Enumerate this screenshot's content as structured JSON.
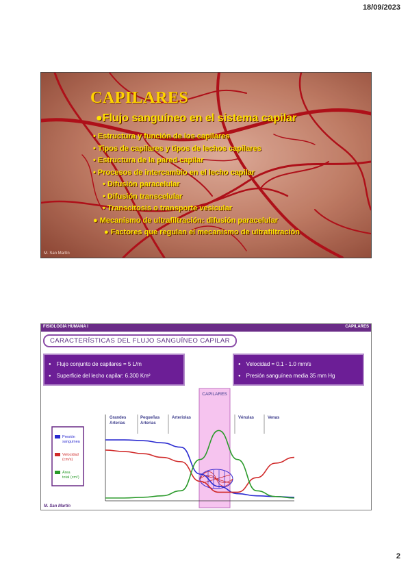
{
  "header": {
    "date": "18/09/2023"
  },
  "footer": {
    "page_number": "2"
  },
  "slide1": {
    "title": "CAPILARES",
    "subtitle": "●Flujo sanguíneo en el sistema capilar",
    "items": [
      {
        "text": "•  Estructura y función de los capilares",
        "level": 1
      },
      {
        "text": "•  Tipos de capilares y tipos de lechos capilares",
        "level": 1
      },
      {
        "text": "•  Estructura de la pared capilar",
        "level": 1
      },
      {
        "text": "•  Procesos de intercambio en el lecho capilar",
        "level": 1
      },
      {
        "text": "•  Difusión paracelular",
        "level": 2
      },
      {
        "text": "•  Difusión transcelular",
        "level": 2
      },
      {
        "text": "•  Transcitosis o transporte vesicular",
        "level": 2
      },
      {
        "text": "● Mecanismo de ultrafiltración: difusión paracelular",
        "level": 3
      },
      {
        "text": "● Factores que regulan el mecanismo de ultrafiltración",
        "level": 4
      }
    ],
    "author": "M. San Martín"
  },
  "slide2": {
    "header_left": "FISIOLOGÍA HUMANA I",
    "header_right": "CAPILARES",
    "title": "CARACTERÍSTICAS DEL FLUJO SANGUÍNEO CAPILAR",
    "left_box": [
      "Flujo conjunto de capilares = 5 L/m",
      "Superficie del lecho capilar: 6.300 Km²"
    ],
    "right_box": [
      "Velocidad = 0.1 - 1.0 mm/s",
      "Presión sanguínea media 35 mm Hg"
    ],
    "author": "M. San Martín",
    "colors": {
      "header": "#6a2c87",
      "box": "#6c1e96",
      "capillary_band": "#f6c4ef"
    }
  },
  "chart_data": {
    "type": "line",
    "title": "",
    "xlabel": "",
    "ylabel": "",
    "grid": false,
    "segments": [
      "Grandes Arterias",
      "Pequeñas Arterias",
      "Arteriolas",
      "CAPILARES",
      "Vénulas",
      "Venas"
    ],
    "highlight_segment": "CAPILARES",
    "legend_position": "left",
    "series": [
      {
        "name": "Presión sanguínea",
        "color": "#2a2ad0"
      },
      {
        "name": "Velocidad (cm/s)",
        "color": "#d02a2a"
      },
      {
        "name": "Área total (cm²)",
        "color": "#2a9a2a"
      }
    ],
    "profiles": {
      "pressure": [
        0.82,
        0.82,
        0.81,
        0.78,
        0.72,
        0.35,
        0.18,
        0.08,
        0.05,
        0.04,
        0.03
      ],
      "velocity": [
        0.68,
        0.66,
        0.63,
        0.58,
        0.52,
        0.25,
        0.1,
        0.1,
        0.3,
        0.5,
        0.58
      ],
      "area": [
        0.02,
        0.02,
        0.03,
        0.05,
        0.12,
        0.55,
        0.95,
        0.55,
        0.12,
        0.04,
        0.02
      ]
    }
  }
}
